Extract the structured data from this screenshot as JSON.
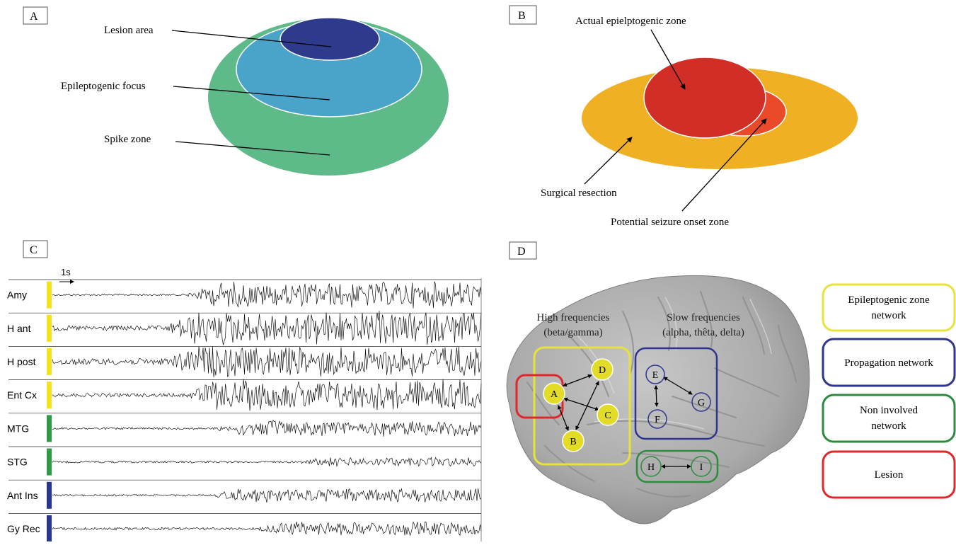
{
  "panels": {
    "a": {
      "label": "A",
      "annotations": {
        "lesion": "Lesion area",
        "focus": "Epileptogenic focus",
        "spike": "Spike zone"
      },
      "colors": {
        "lesion": "#2e3a8c",
        "focus": "#4aa3c9",
        "spike": "#5fba8a"
      }
    },
    "b": {
      "label": "B",
      "annotations": {
        "actual": "Actual epielptogenic zone",
        "surgical": "Surgical resection",
        "potential": "Potential seizure onset zone"
      },
      "colors": {
        "resection": "#f0b024",
        "actual": "#d12e28",
        "potential": "#ea4a2a"
      }
    },
    "c": {
      "label": "C",
      "time_scale": "1s",
      "channels": [
        {
          "name": "Amy",
          "color": "#f4e21c"
        },
        {
          "name": "H ant",
          "color": "#f4e21c"
        },
        {
          "name": "H post",
          "color": "#f4e21c"
        },
        {
          "name": "Ent Cx",
          "color": "#f4e21c"
        },
        {
          "name": "MTG",
          "color": "#2e9b46"
        },
        {
          "name": "STG",
          "color": "#2e9b46"
        },
        {
          "name": "Ant Ins",
          "color": "#2a3590"
        },
        {
          "name": "Gy Rec",
          "color": "#2a3590"
        }
      ]
    },
    "d": {
      "label": "D",
      "high_freq": [
        "High frequencies",
        "(beta/gamma)"
      ],
      "slow_freq": [
        "Slow frequencies",
        "(alpha, thêta, delta)"
      ],
      "nodes": [
        "A",
        "B",
        "C",
        "D",
        "E",
        "F",
        "G",
        "H",
        "I"
      ],
      "legend": [
        {
          "lines": [
            "Epileptogenic zone",
            "network"
          ],
          "color": "#e8e23a"
        },
        {
          "lines": [
            "Propagation network"
          ],
          "color": "#2e3590"
        },
        {
          "lines": [
            "Non involved",
            "network"
          ],
          "color": "#2e8b3e"
        },
        {
          "lines": [
            "Lesion"
          ],
          "color": "#e0282a"
        }
      ]
    }
  }
}
